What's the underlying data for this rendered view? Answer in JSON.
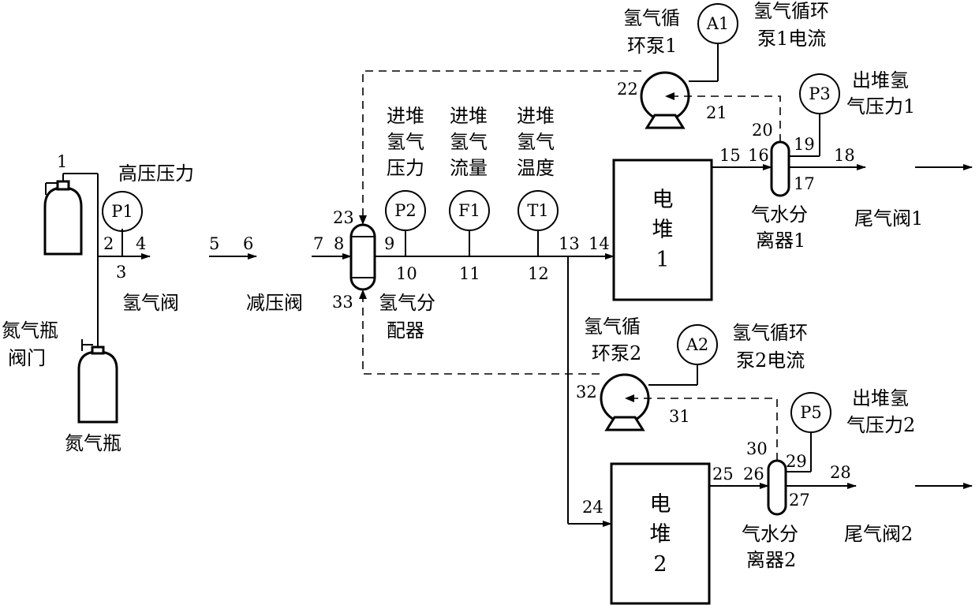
{
  "components": {
    "hydrogen_cylinder": "氮气瓶",
    "cylinder_valve": [
      "氮气瓶",
      "阀门"
    ],
    "hydrogen_valve": "氢气阀",
    "reducing_valve": "减压阀",
    "distributor": [
      "氢气分",
      "配器"
    ],
    "stack1": [
      "电",
      "堆",
      "1"
    ],
    "stack2": [
      "电",
      "堆",
      "2"
    ],
    "separator1": [
      "气水分",
      "离器1"
    ],
    "separator2": [
      "气水分",
      "离器2"
    ],
    "pump1": [
      "氢气循",
      "环泵1"
    ],
    "pump2": [
      "氢气循",
      "环泵2"
    ],
    "tail_valve1": "尾气阀1",
    "tail_valve2": "尾气阀2"
  },
  "instruments": {
    "P1": {
      "tag": "P1",
      "label": [
        "高压压力"
      ]
    },
    "P2": {
      "tag": "P2",
      "label": [
        "进堆",
        "氢气",
        "压力"
      ]
    },
    "F1": {
      "tag": "F1",
      "label": [
        "进堆",
        "氢气",
        "流量"
      ]
    },
    "T1": {
      "tag": "T1",
      "label": [
        "进堆",
        "氢气",
        "温度"
      ]
    },
    "A1": {
      "tag": "A1",
      "label": [
        "氢气循环",
        "泵1电流"
      ]
    },
    "A2": {
      "tag": "A2",
      "label": [
        "氢气循环",
        "泵2电流"
      ]
    },
    "P3": {
      "tag": "P3",
      "label": [
        "出堆氢",
        "气压力1"
      ]
    },
    "P5": {
      "tag": "P5",
      "label": [
        "出堆氢",
        "气压力2"
      ]
    }
  },
  "nodes": [
    "1",
    "2",
    "3",
    "4",
    "5",
    "6",
    "7",
    "8",
    "9",
    "10",
    "11",
    "12",
    "13",
    "14",
    "15",
    "16",
    "17",
    "18",
    "19",
    "20",
    "21",
    "22",
    "23",
    "24",
    "25",
    "26",
    "27",
    "28",
    "29",
    "30",
    "31",
    "32",
    "33"
  ]
}
